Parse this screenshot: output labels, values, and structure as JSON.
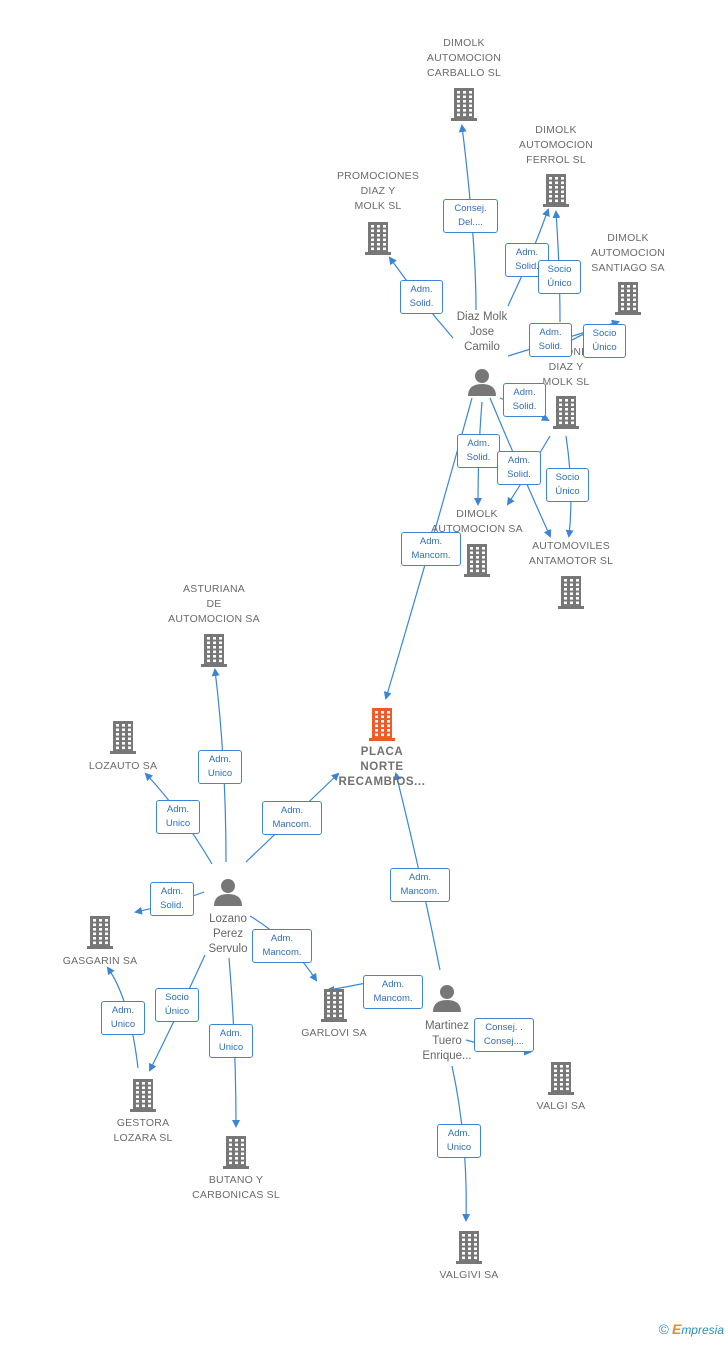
{
  "colors": {
    "edge": "#3a86d4",
    "node_icon": "#777777",
    "focus_icon": "#f05a28",
    "edge_text": "#2f6fb9"
  },
  "nodes": [
    {
      "id": "dimolk_carballo",
      "type": "company",
      "label": "DIMOLK\nAUTOMOCION\nCARBALLO  SL",
      "icon": "building-icon"
    },
    {
      "id": "dimolk_ferrol",
      "type": "company",
      "label": "DIMOLK\nAUTOMOCION\nFERROL  SL",
      "icon": "building-icon"
    },
    {
      "id": "promociones",
      "type": "company",
      "label": "PROMOCIONES\nDIAZ Y\nMOLK SL",
      "icon": "building-icon"
    },
    {
      "id": "dimolk_santiago",
      "type": "company",
      "label": "DIMOLK\nAUTOMOCION\nSANTIAGO SA",
      "icon": "building-icon"
    },
    {
      "id": "diaz_molk_jose",
      "type": "person",
      "label": "Diaz Molk\nJose\nCamilo",
      "icon": "person-icon"
    },
    {
      "id": "xx_diaz_molk",
      "type": "company",
      "label": "...OCIONES\nDIAZ Y\nMOLK SL",
      "icon": "building-icon"
    },
    {
      "id": "dimolk_sa",
      "type": "company",
      "label": "DIMOLK\nAUTOMOCION SA",
      "icon": "building-icon"
    },
    {
      "id": "antamotor",
      "type": "company",
      "label": "AUTOMOVILES\nANTAMOTOR SL",
      "icon": "building-icon"
    },
    {
      "id": "asturiana",
      "type": "company",
      "label": "ASTURIANA\nDE\nAUTOMOCION SA",
      "icon": "building-icon"
    },
    {
      "id": "placa_norte",
      "type": "focus",
      "label": "PLACA\nNORTE\nRECAMBIOS...",
      "icon": "building-icon"
    },
    {
      "id": "lozauto",
      "type": "company",
      "label": "LOZAUTO SA",
      "icon": "building-icon"
    },
    {
      "id": "lozano",
      "type": "person",
      "label": "Lozano\nPerez\nServulo",
      "icon": "person-icon"
    },
    {
      "id": "gasgarin",
      "type": "company",
      "label": "GASGARIN SA",
      "icon": "building-icon"
    },
    {
      "id": "garlovi",
      "type": "company",
      "label": "GARLOVI SA",
      "icon": "building-icon"
    },
    {
      "id": "martinez",
      "type": "person",
      "label": "Martinez\nTuero\nEnrique...",
      "icon": "person-icon"
    },
    {
      "id": "valgi",
      "type": "company",
      "label": "VALGI SA",
      "icon": "building-icon"
    },
    {
      "id": "gestora",
      "type": "company",
      "label": "GESTORA\nLOZARA SL",
      "icon": "building-icon"
    },
    {
      "id": "butano",
      "type": "company",
      "label": "BUTANO Y\nCARBONICAS SL",
      "icon": "building-icon"
    },
    {
      "id": "valgivi",
      "type": "company",
      "label": "VALGIVI SA",
      "icon": "building-icon"
    }
  ],
  "edges": [
    {
      "id": "e1",
      "label": "Consej.\nDel...."
    },
    {
      "id": "e2",
      "label": "Adm.\nSolid."
    },
    {
      "id": "e3",
      "label": "Socio\nÚnico"
    },
    {
      "id": "e4",
      "label": "Adm.\nSolid."
    },
    {
      "id": "e5",
      "label": "Adm.\nSolid."
    },
    {
      "id": "e6",
      "label": "Socio\nÚnico"
    },
    {
      "id": "e7",
      "label": "Adm.\nSolid."
    },
    {
      "id": "e8",
      "label": "Adm.\nSolid."
    },
    {
      "id": "e9",
      "label": "Adm.\nSolid."
    },
    {
      "id": "e10",
      "label": "Socio\nÚnico"
    },
    {
      "id": "e11",
      "label": "Adm.\nMancom."
    },
    {
      "id": "e12",
      "label": "Adm.\nUnico"
    },
    {
      "id": "e13",
      "label": "Adm.\nUnico"
    },
    {
      "id": "e14",
      "label": "Adm.\nMancom."
    },
    {
      "id": "e15",
      "label": "Adm.\nSolid."
    },
    {
      "id": "e16",
      "label": "Adm.\nMancom."
    },
    {
      "id": "e17",
      "label": "Adm.\nUnico"
    },
    {
      "id": "e18",
      "label": "Socio\nÚnico"
    },
    {
      "id": "e19",
      "label": "Adm.\nUnico"
    },
    {
      "id": "e20",
      "label": "Adm.\nMancom."
    },
    {
      "id": "e21",
      "label": "Adm.\nMancom."
    },
    {
      "id": "e22",
      "label": "Consej. .\nConsej...."
    },
    {
      "id": "e23",
      "label": "Adm.\nUnico"
    }
  ],
  "brand": {
    "copyright": "©",
    "name_initial": "E",
    "name_rest": "mpresia"
  }
}
